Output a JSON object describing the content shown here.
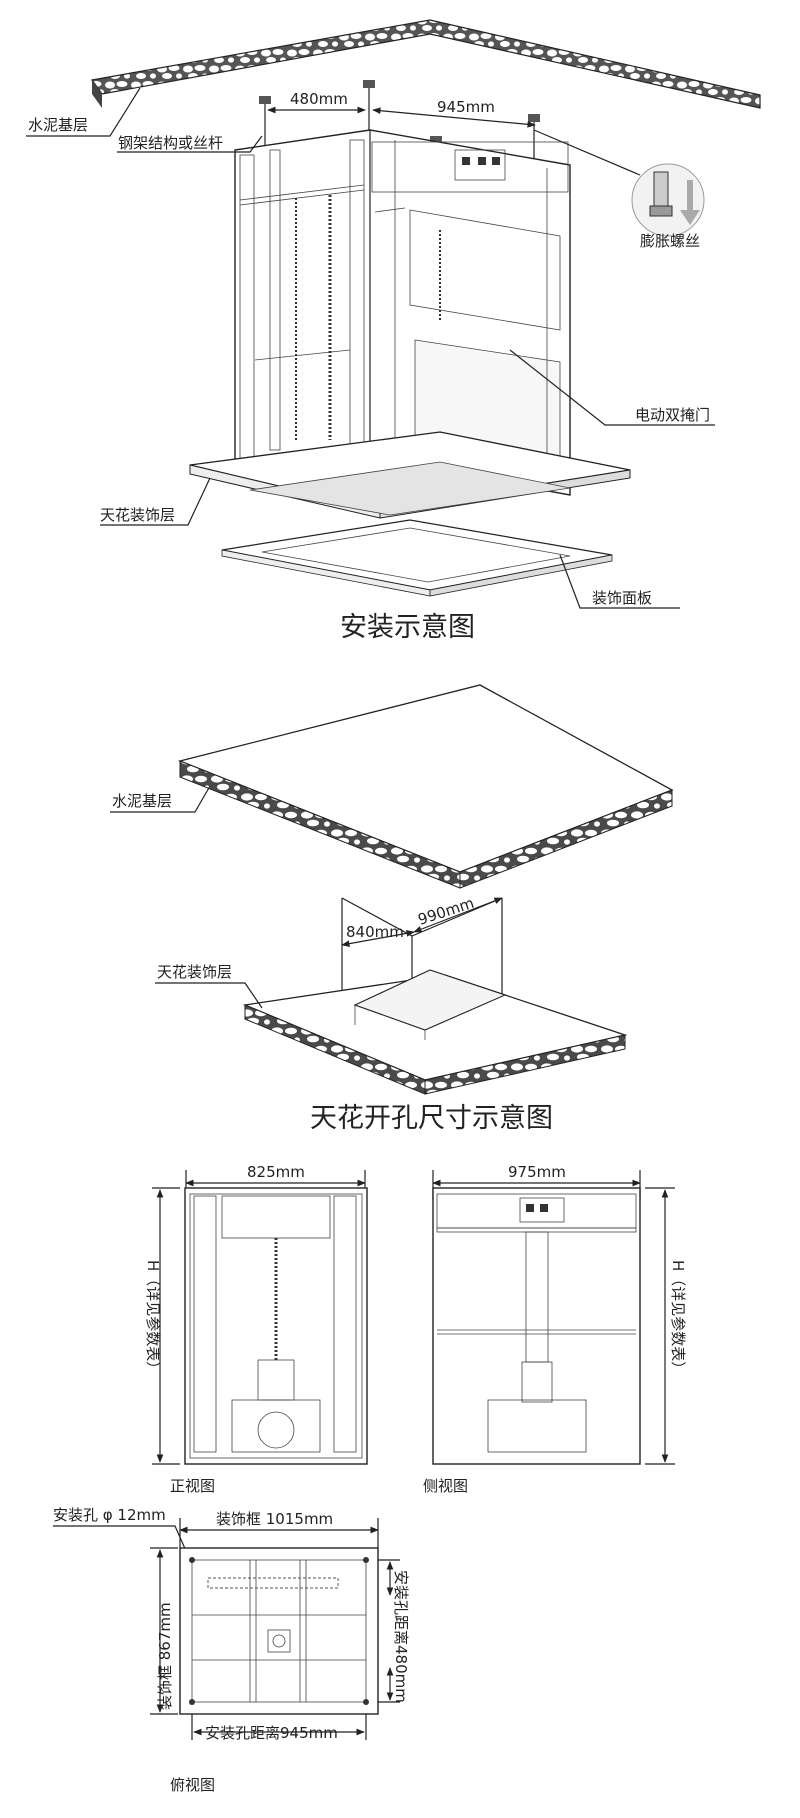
{
  "section1": {
    "title": "安装示意图",
    "labels": {
      "cement_base": "水泥基层",
      "steel_frame": "钢架结构或丝杆",
      "expansion_bolt": "膨胀螺丝",
      "electric_door": "电动双掩门",
      "ceiling_layer": "天花装饰层",
      "deco_panel": "装饰面板"
    },
    "dims": {
      "d480": "480mm",
      "d945": "945mm"
    }
  },
  "section2": {
    "title": "天花开孔尺寸示意图",
    "labels": {
      "cement_base": "水泥基层",
      "ceiling_layer": "天花装饰层"
    },
    "dims": {
      "d840": "840mm",
      "d990": "990mm"
    }
  },
  "section3": {
    "front": {
      "width": "825mm",
      "height": "H（详见参数表）",
      "caption": "正视图"
    },
    "side": {
      "width": "975mm",
      "height": "H（详见参数表）",
      "caption": "侧视图"
    },
    "top": {
      "hole": "安装孔 φ 12mm",
      "frame_w": "装饰框 1015mm",
      "frame_h": "装饰框 867mm",
      "hole_d480": "安装孔距离480mm",
      "hole_d945": "安装孔距离945mm",
      "caption": "俯视图"
    }
  }
}
